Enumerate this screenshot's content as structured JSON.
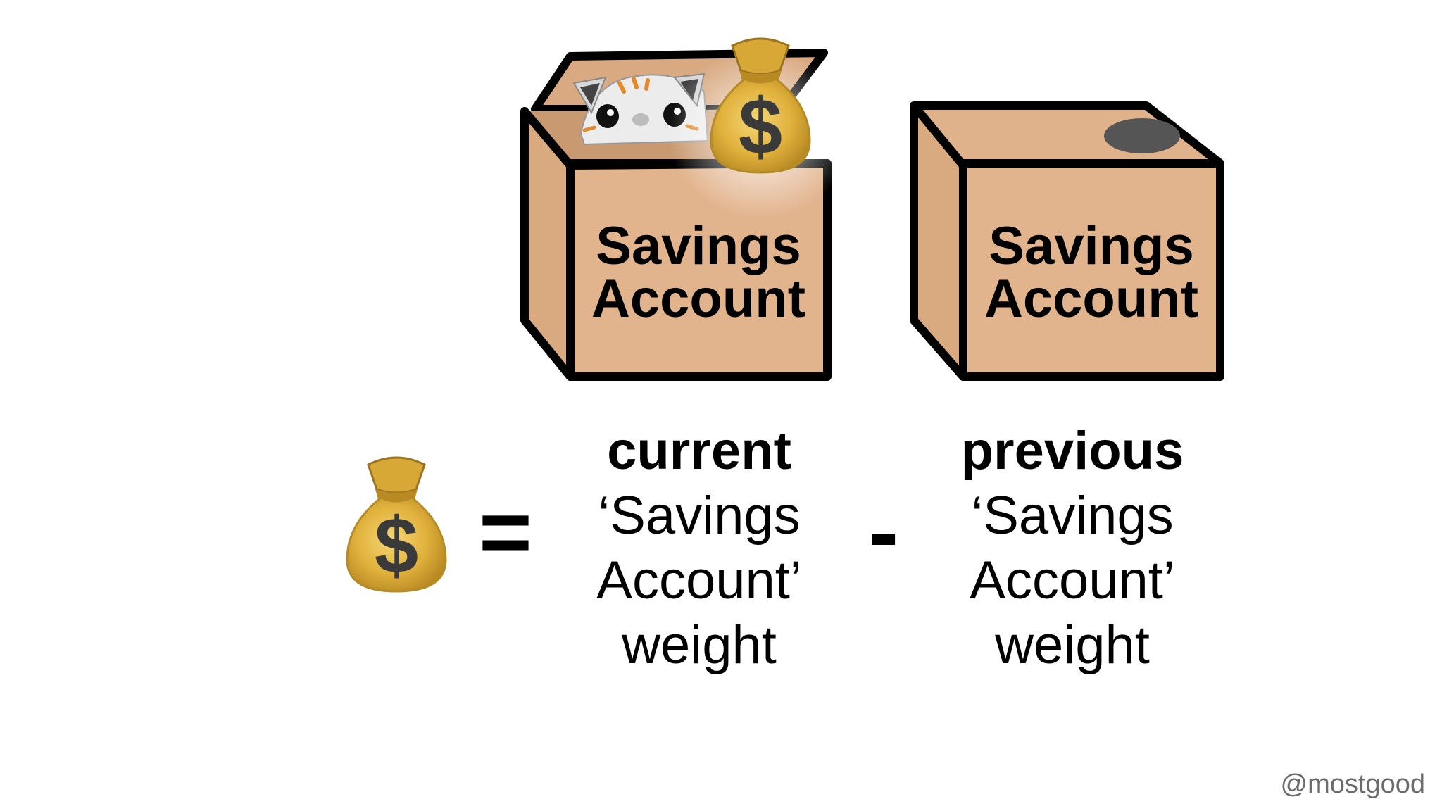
{
  "boxes": {
    "left_label_line1": "Savings",
    "left_label_line2": "Account",
    "right_label_line1": "Savings",
    "right_label_line2": "Account"
  },
  "equation": {
    "result_icon": "money-bag-icon",
    "equals": "=",
    "minus": "-",
    "current": {
      "head": "current",
      "line1": "‘Savings",
      "line2": "Account’",
      "line3": "weight"
    },
    "previous": {
      "head": "previous",
      "line1": "‘Savings",
      "line2": "Account’",
      "line3": "weight"
    }
  },
  "credit": "@mostgood",
  "colors": {
    "cardboard": "#e2b48e",
    "cardboard_dark": "#cfa27c",
    "outline": "#000000",
    "bag_gold": "#e0b13c",
    "bag_dark": "#8a6a1c",
    "coin_slot": "#555555"
  }
}
